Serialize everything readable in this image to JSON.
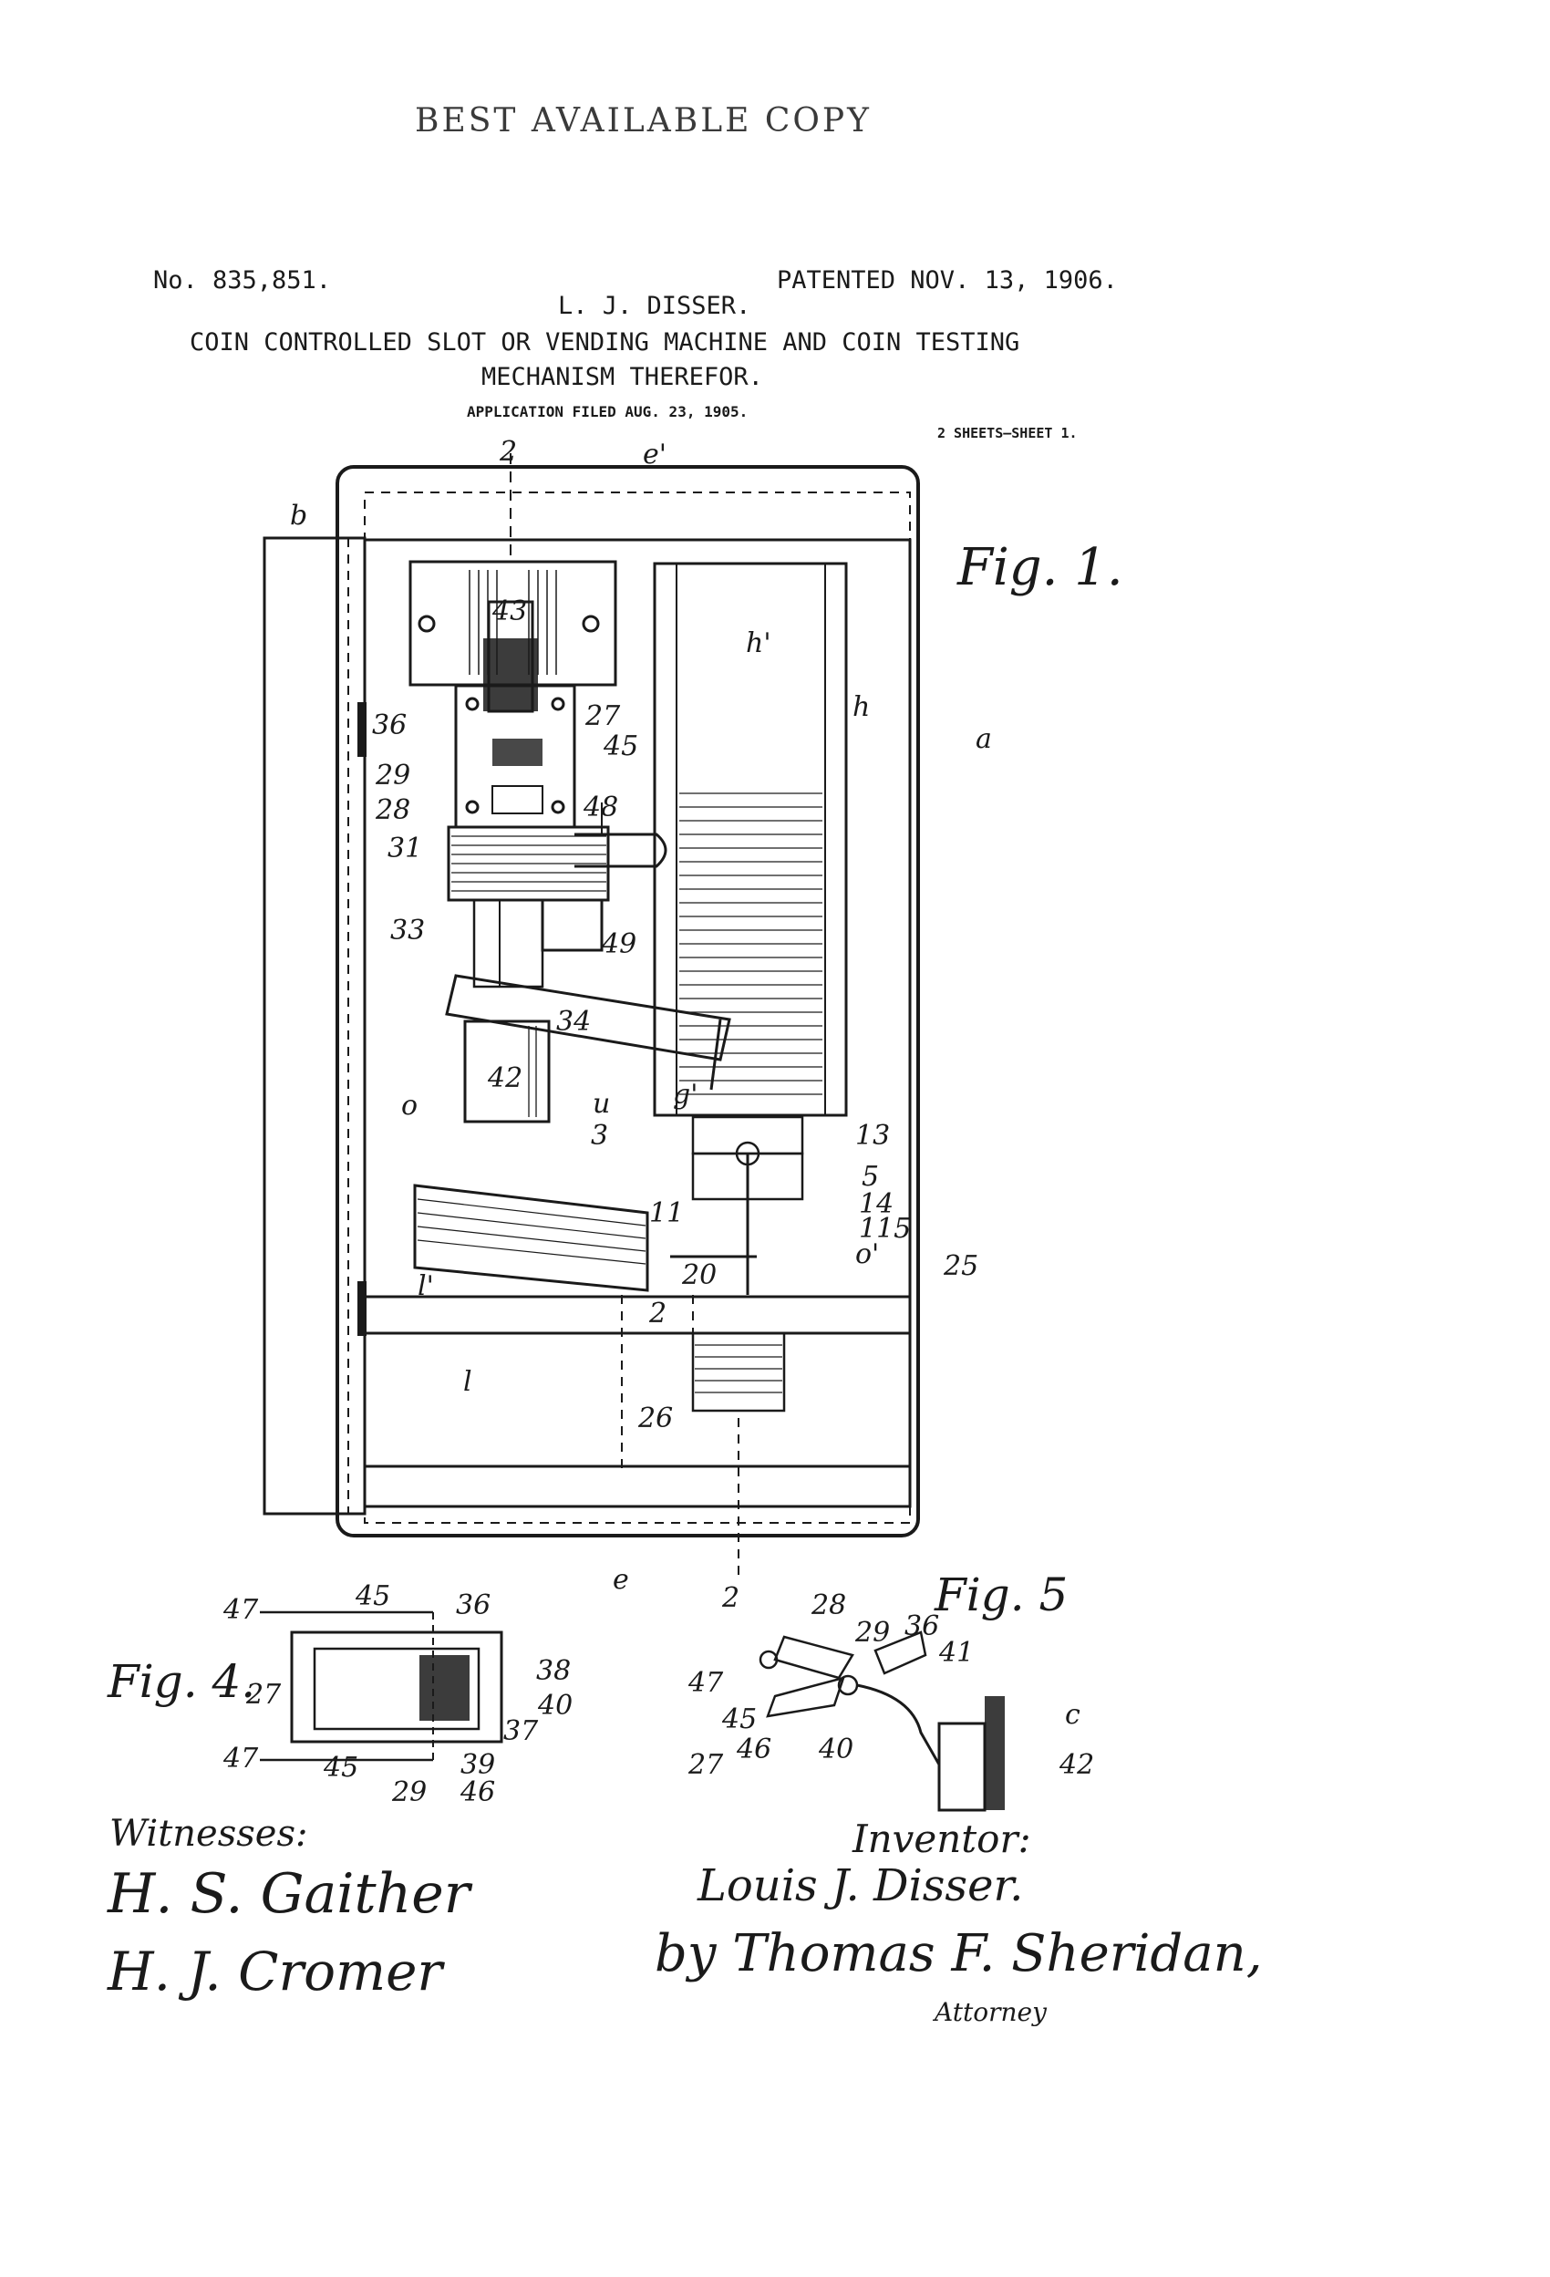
{
  "header": {
    "stamp": "BEST AVAILABLE COPY",
    "patent_number": "No. 835,851.",
    "patent_date": "PATENTED NOV. 13, 1906.",
    "inventor": "L. J. DISSER.",
    "title_line1": "COIN CONTROLLED SLOT OR VENDING MACHINE AND COIN TESTING",
    "title_line2": "MECHANISM THEREFOR.",
    "filed": "APPLICATION FILED AUG. 23, 1905.",
    "sheets": "2 SHEETS—SHEET 1."
  },
  "figures": {
    "fig1": "Fig. 1.",
    "fig4": "Fig. 4.",
    "fig5": "Fig. 5"
  },
  "refs": {
    "fig1": [
      "2",
      "e'",
      "b",
      "a",
      "43",
      "h'",
      "h",
      "36",
      "27",
      "45",
      "29",
      "28",
      "48",
      "31",
      "33",
      "49",
      "34",
      "o",
      "42",
      "u",
      "g'",
      "13",
      "3",
      "5",
      "11",
      "14",
      "115",
      "o'",
      "20",
      "2",
      "25",
      "l'",
      "l",
      "26",
      "e",
      "2"
    ],
    "fig4": [
      "47",
      "45",
      "36",
      "38",
      "40",
      "27",
      "37",
      "47",
      "45",
      "39",
      "29",
      "46"
    ],
    "fig5": [
      "28",
      "29",
      "36",
      "47",
      "41",
      "c",
      "45",
      "46",
      "40",
      "27",
      "42"
    ]
  },
  "signatures": {
    "witnesses_label": "Witnesses:",
    "witness1": "H. S. Gaither",
    "witness2": "H. J. Cromer",
    "inventor_label": "Inventor:",
    "inventor_name": "Louis J. Disser.",
    "attorney": "by Thomas F. Sheridan,",
    "attorney_role": "Attorney"
  }
}
